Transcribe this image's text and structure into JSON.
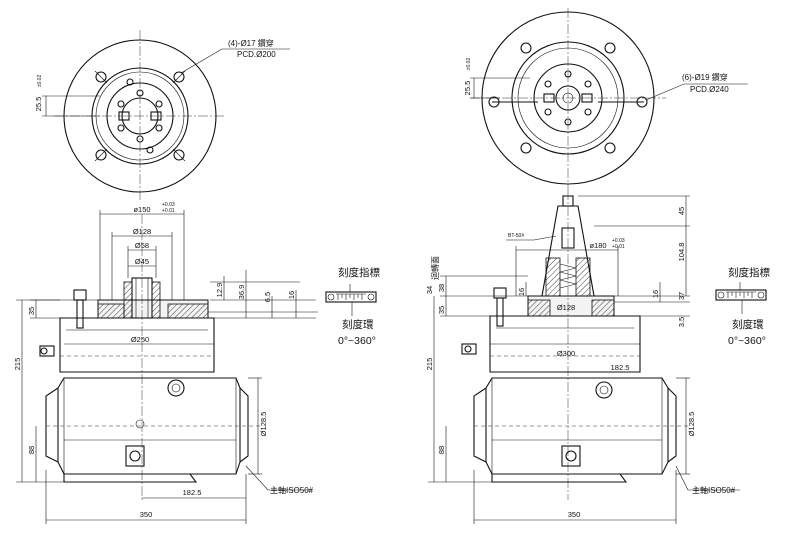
{
  "left": {
    "hole_note": "(4)-Ø17 鑽穿",
    "pcd_note": "PCD.Ø200",
    "top_dim": "25.5",
    "top_tol": "±0.02",
    "dia150": "ø150",
    "dia150_tol_upper": "+0.03",
    "dia150_tol_lower": "+0.01",
    "dia128": "Ø128",
    "dia58": "Ø58",
    "dia45": "Ø45",
    "dim_12_9": "12.9",
    "dim_36_9": "36.9",
    "dim_6_5": "6.5",
    "dim_16": "16",
    "dim_35": "35",
    "dia250": "Ø250",
    "dim_215": "215",
    "dim_88": "88",
    "dia128_5": "Ø128.5",
    "dim_182_5": "182.5",
    "dim_350": "350",
    "spindle_note": "主軸ISO50#",
    "scale_index_label": "刻度指標",
    "scale_ring_label": "刻度環",
    "angle_range": "0°~360°"
  },
  "right": {
    "hole_note": "(6)-Ø19 鑽穿",
    "pcd_note": "PCD.Ø240",
    "top_dim": "25.5",
    "top_tol": "±0.02",
    "bt_label": "BT-50#",
    "dia180": "ø180",
    "dia180_tol_upper": "+0.03",
    "dia180_tol_lower": "+0.01",
    "dim_45": "45",
    "dim_104_8": "104.8",
    "dim_16a": "16",
    "dim_16b": "16",
    "dim_37": "37",
    "dim_3_5": "3.5",
    "dim_34": "34",
    "dim_38": "38",
    "dim_35": "35",
    "dia128": "Ø128",
    "dia300": "Ø300",
    "dim_182_5": "182.5",
    "dim_215": "215",
    "dim_88": "88",
    "dia128_5": "Ø128.5",
    "dim_350": "350",
    "spindle_note": "主軸ISO50#",
    "side_note": "迴轉面",
    "scale_index_label": "刻度指標",
    "scale_ring_label": "刻度環",
    "angle_range": "0°~360°"
  }
}
